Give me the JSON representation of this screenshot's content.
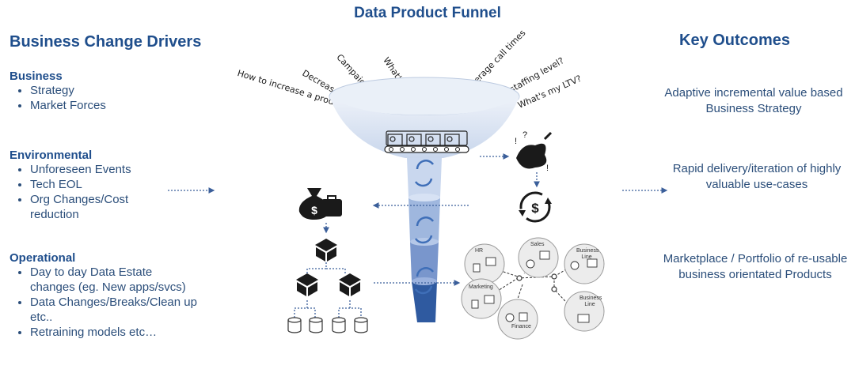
{
  "title": "Data Product Funnel",
  "left": {
    "heading": "Business Change Drivers",
    "groups": [
      {
        "title": "Business",
        "items": [
          "Strategy",
          "Market Forces"
        ]
      },
      {
        "title": "Environmental",
        "items": [
          "Unforeseen Events",
          "Tech EOL",
          "Org Changes/Cost reduction"
        ]
      },
      {
        "title": "Operational",
        "items": [
          "Day to day Data Estate changes (eg. New apps/svcs)",
          "Data Changes/Breaks/Clean up etc..",
          "Retraining models etc…"
        ]
      }
    ]
  },
  "right": {
    "heading": "Key Outcomes",
    "items": [
      "Adaptive incremental value based Business Strategy",
      "Rapid delivery/iteration of highly valuable use-cases",
      "Marketplace / Portfolio of re-usable business orientated Products"
    ]
  },
  "questions": [
    "How to increase a products sales?",
    "Decrease op costs?",
    "Campaign performance",
    "What's my risk on..",
    "Reduce average call times",
    "Optimum staffing level?",
    "What's my LTV?"
  ],
  "network": {
    "nodes": [
      "HR",
      "Sales",
      "Business Line",
      "Marketing",
      "Finance",
      "Business Line"
    ]
  },
  "colors": {
    "accent": "#1f4e8c",
    "funnel_dark": "#2f5aa0",
    "funnel_light": "#dbe5f3"
  }
}
